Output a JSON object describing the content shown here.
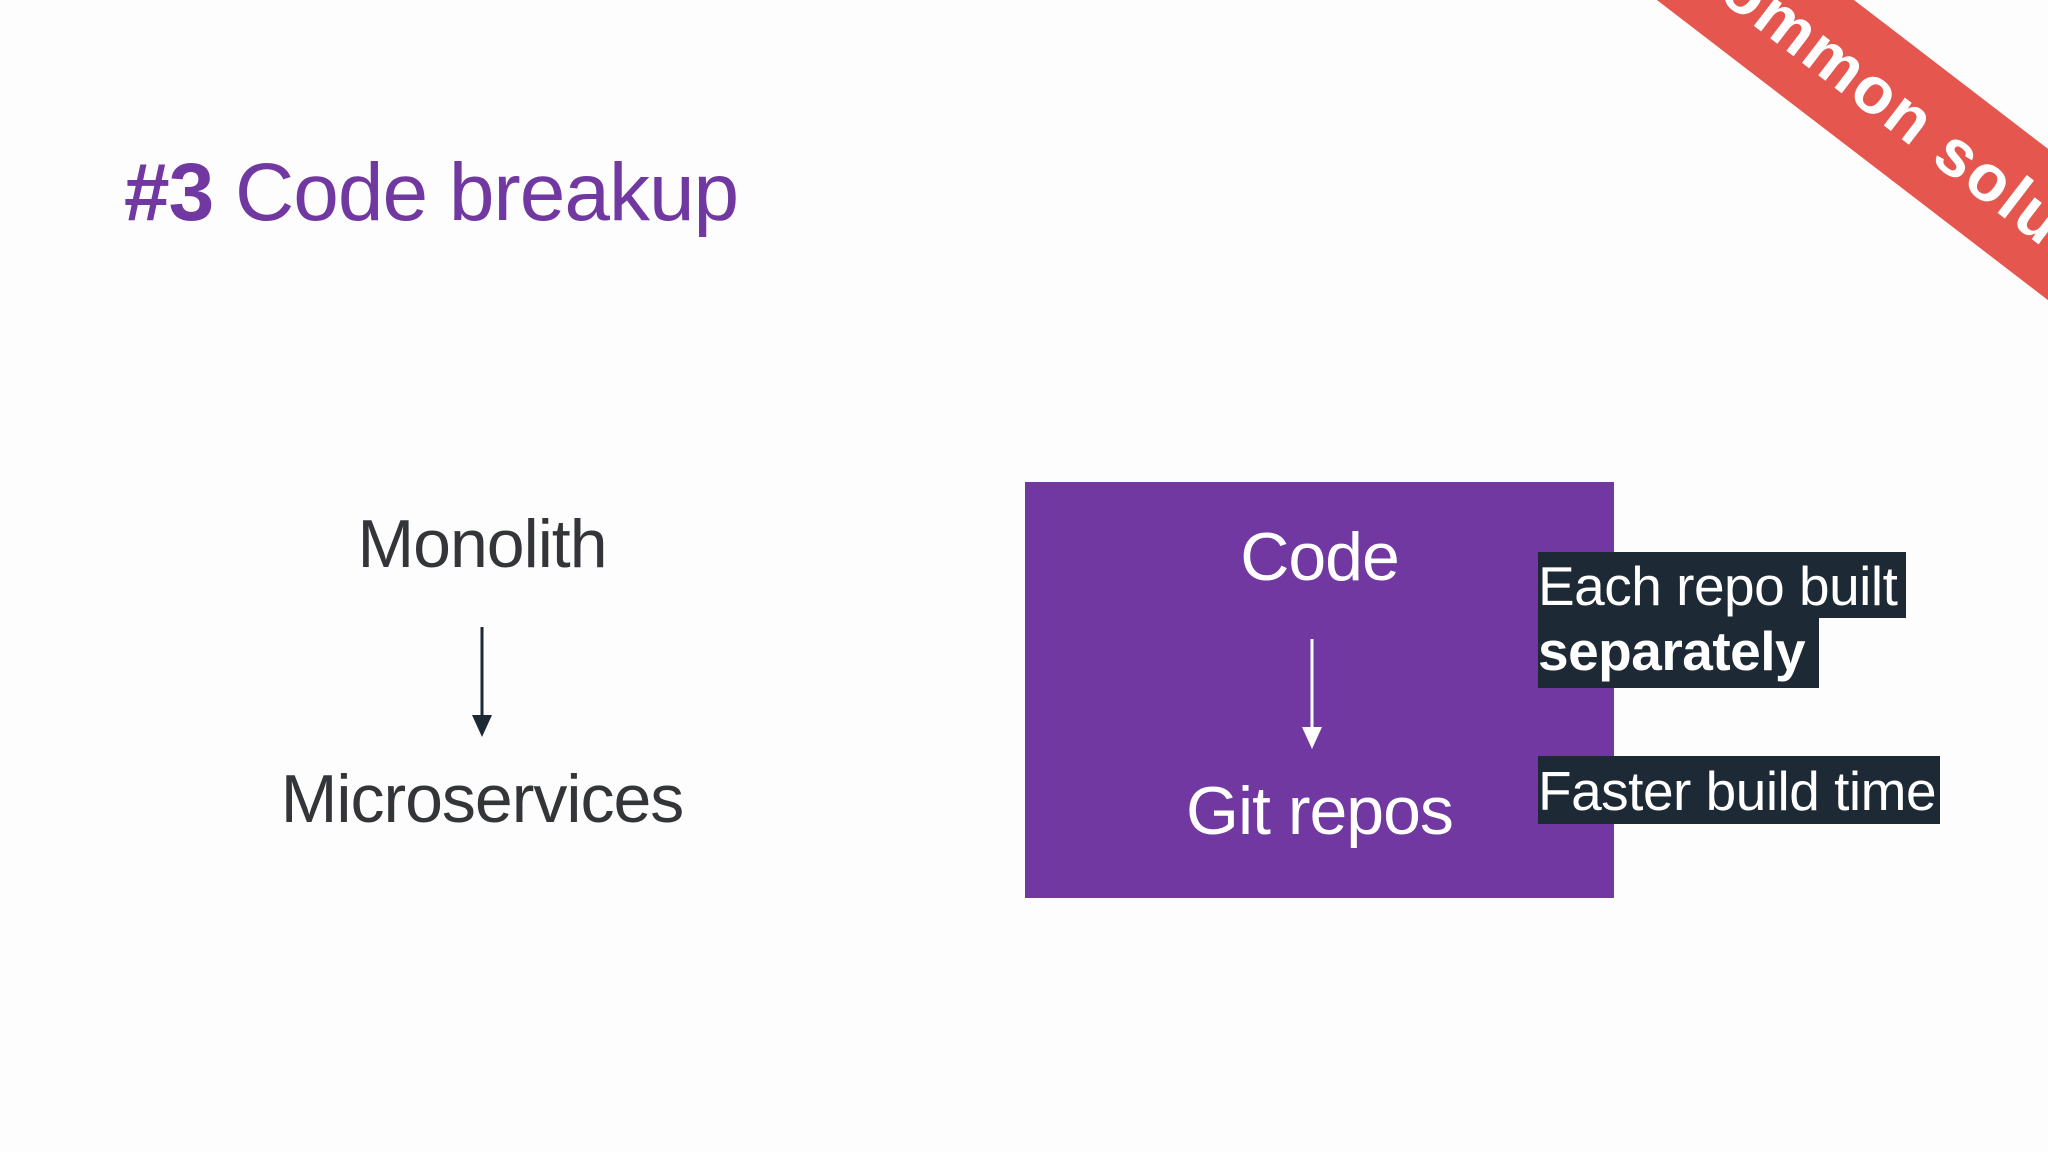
{
  "slide": {
    "title_number": "#3",
    "title_text": "Code breakup"
  },
  "left_flow": {
    "from": "Monolith",
    "to": "Microservices"
  },
  "right_flow": {
    "from": "Code",
    "to": "Git repos"
  },
  "callouts": {
    "line1_normal": "Each repo built",
    "line1_bold": "separately",
    "line2": "Faster build time"
  },
  "banner": {
    "text": "common solution"
  },
  "colors": {
    "purple": "#7038a0",
    "dark_text": "#333538",
    "callout_bg": "#1d2a35",
    "banner_red": "#e5574e",
    "background": "#fdfdfd"
  }
}
